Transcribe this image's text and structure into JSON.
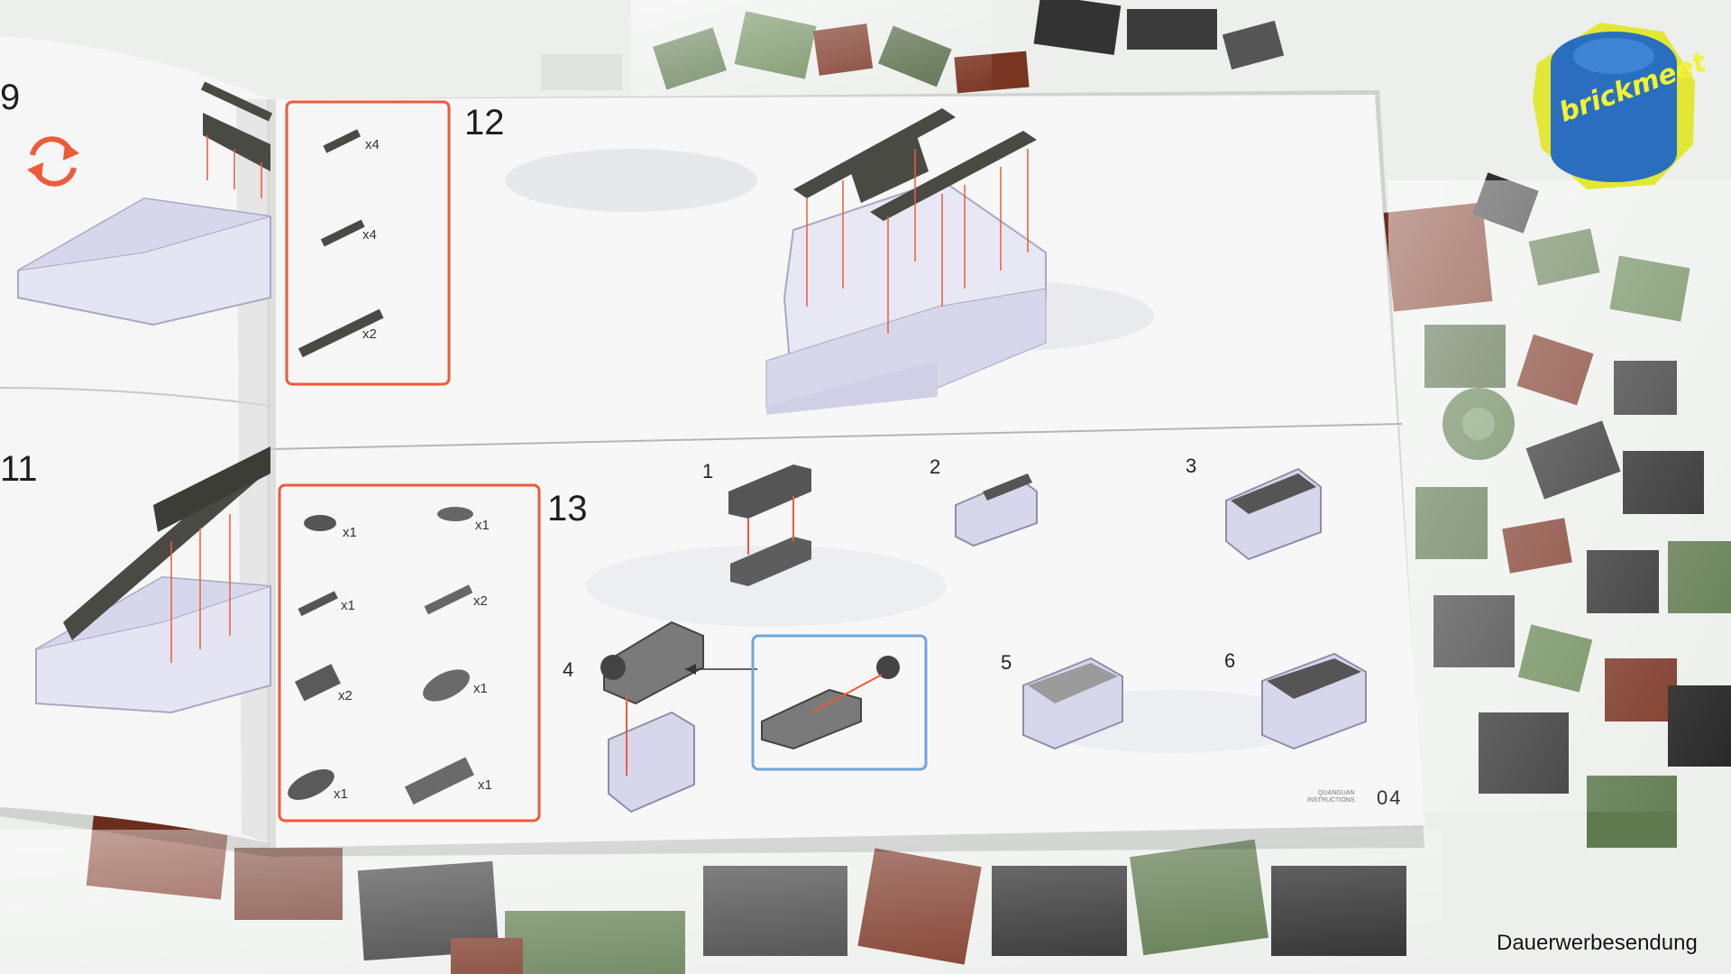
{
  "scene": {
    "description_role": "instruction booklet on bags of plastic bricks",
    "colors": {
      "page": "#f7f7f7",
      "red_frame": "#ee5a3a",
      "blue_frame": "#6ea6dc",
      "part_dark": "#4a4a44",
      "part_light": "#e4e4f2",
      "brick_brown": "#7a3422",
      "brick_green": "#5f7a4e",
      "logo_blue": "#2a6fbf",
      "logo_yellow": "#e2e736"
    }
  },
  "booklet": {
    "left_page": {
      "steps": [
        {
          "number": "9",
          "icon": "rotate-icon"
        },
        {
          "number": "11"
        }
      ]
    },
    "right_page": {
      "step_12": {
        "number": "12",
        "parts": [
          {
            "qty": "x4"
          },
          {
            "qty": "x4"
          },
          {
            "qty": "x2"
          }
        ]
      },
      "step_13": {
        "number": "13",
        "parts": [
          {
            "qty": "x1"
          },
          {
            "qty": "x1"
          },
          {
            "qty": "x1"
          },
          {
            "qty": "x2"
          },
          {
            "qty": "x2"
          },
          {
            "qty": "x1"
          },
          {
            "qty": "x1"
          },
          {
            "qty": "x1"
          }
        ],
        "substeps": [
          "1",
          "2",
          "3",
          "4",
          "5",
          "6"
        ]
      },
      "footer": {
        "brand": "QUANGUAN\nINSTRUCTIONS",
        "page_number": "04"
      }
    }
  },
  "logo": {
    "text": "brickmeet"
  },
  "watermark": {
    "text": "Dauerwerbesendung"
  }
}
